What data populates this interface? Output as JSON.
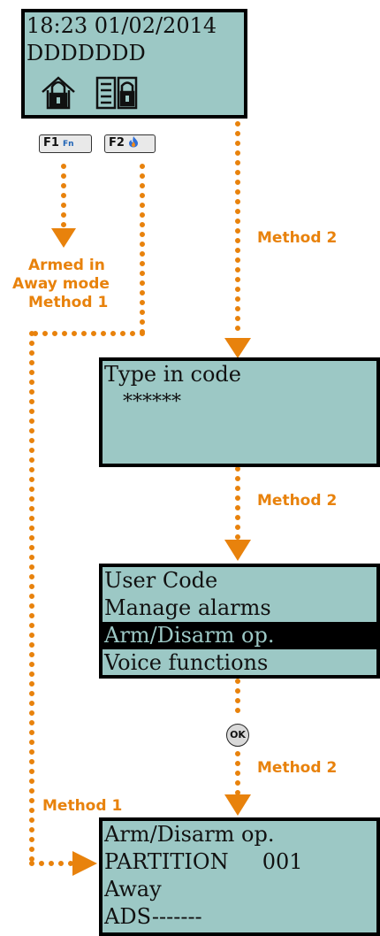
{
  "screen1": {
    "line1": "18:23 01/02/2014",
    "line2": "DDDDDDD",
    "icons": [
      "padlock-house-icon",
      "list-padlock-icon"
    ]
  },
  "keys": {
    "f1": "F1",
    "f1_sub": "Fn",
    "f2": "F2",
    "f2_icon": "flame-icon"
  },
  "labels": {
    "method2_a": "Method 2",
    "armed_line1": "Armed in",
    "armed_line2": "Away mode",
    "armed_line3": "Method 1",
    "method2_b": "Method 2",
    "method2_c": "Method 2",
    "method1": "Method 1"
  },
  "screen2": {
    "line1": "Type in code",
    "line2": "   ******"
  },
  "screen3": {
    "items": [
      "User Code",
      "Manage alarms",
      "Arm/Disarm op.",
      "Voice functions"
    ],
    "selected_index": 2
  },
  "ok_button": {
    "label": "OK"
  },
  "screen4": {
    "line1": "Arm/Disarm op.",
    "line2": "PARTITION     001",
    "line3": "Away",
    "line4": "ADS-------"
  },
  "colors": {
    "accent": "#e8820c",
    "lcd_background": "#9cc8c5",
    "lcd_border": "#000000"
  }
}
